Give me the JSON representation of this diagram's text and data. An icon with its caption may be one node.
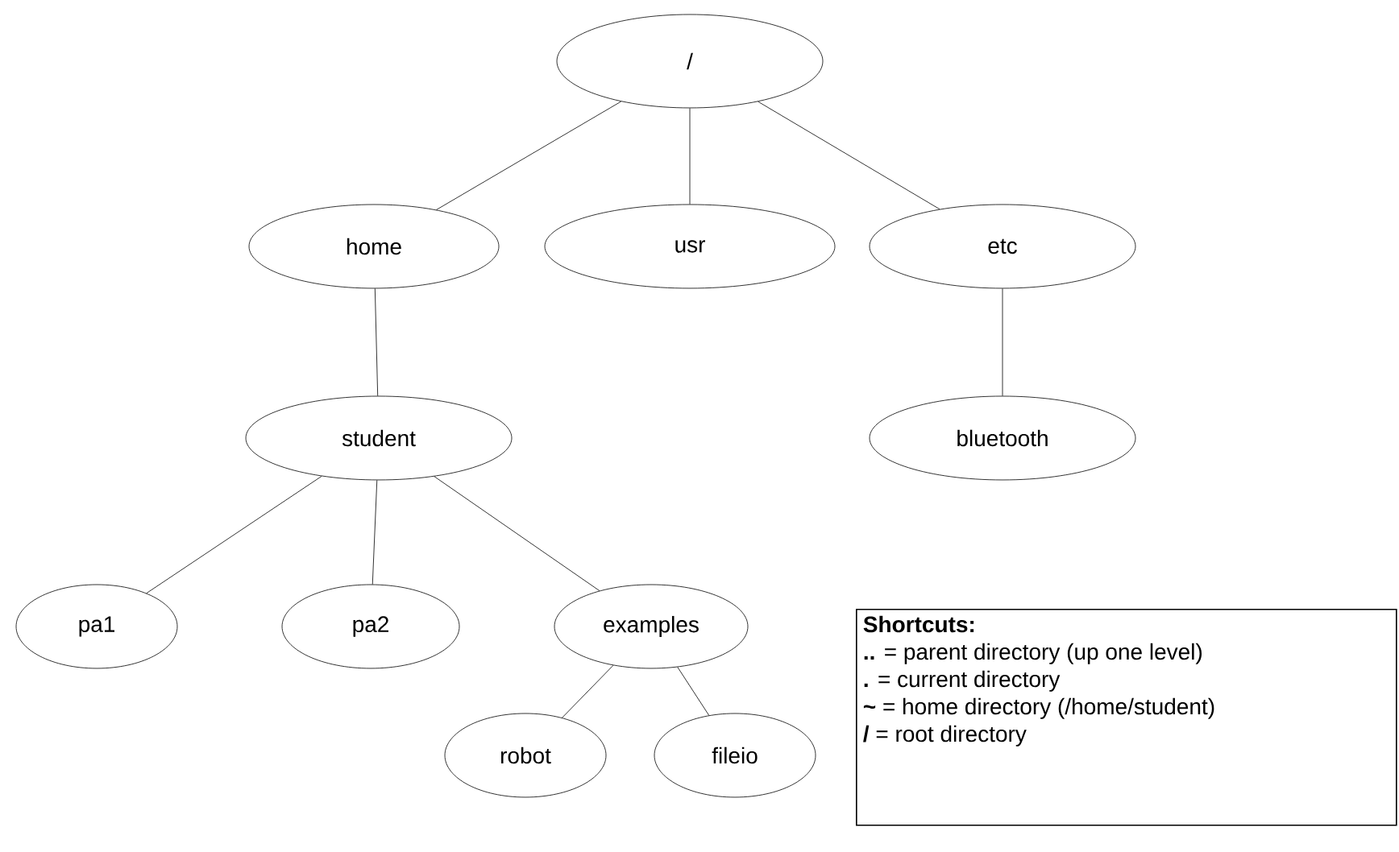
{
  "diagram": {
    "nodes": [
      {
        "text": [
          "/"
        ]
      },
      {
        "text": [
          "home"
        ]
      },
      {
        "text": [
          "usr"
        ]
      },
      {
        "text": [
          "etc"
        ]
      },
      {
        "text": [
          "student"
        ]
      },
      {
        "text": [
          "bluetooth"
        ]
      },
      {
        "text": [
          "pa1"
        ]
      },
      {
        "text": [
          "pa2"
        ]
      },
      {
        "text": [
          "examples"
        ]
      },
      {
        "text": [
          "robot"
        ]
      },
      {
        "text": [
          "fileio"
        ]
      },
      {
        "text": [
          "**Shortcuts:**",
          "**..** = parent directory (up one level)",
          "**.** = current directory",
          "**~** = home directory (/home/student)",
          "**/** = root directory"
        ]
      }
    ],
    "edges": [
      {
        "from": 0,
        "to": 1,
        "arrow": "none"
      },
      {
        "from": 0,
        "to": 2,
        "arrow": "none"
      },
      {
        "from": 0,
        "to": 3,
        "arrow": "none"
      },
      {
        "from": 1,
        "to": 4,
        "arrow": "none"
      },
      {
        "from": 3,
        "to": 5,
        "arrow": "none"
      },
      {
        "from": 4,
        "to": 6,
        "arrow": "none"
      },
      {
        "from": 4,
        "to": 7,
        "arrow": "none"
      },
      {
        "from": 4,
        "to": 8,
        "arrow": "none"
      },
      {
        "from": 8,
        "to": 9,
        "arrow": "none"
      },
      {
        "from": 8,
        "to": 10,
        "arrow": "none"
      }
    ]
  }
}
